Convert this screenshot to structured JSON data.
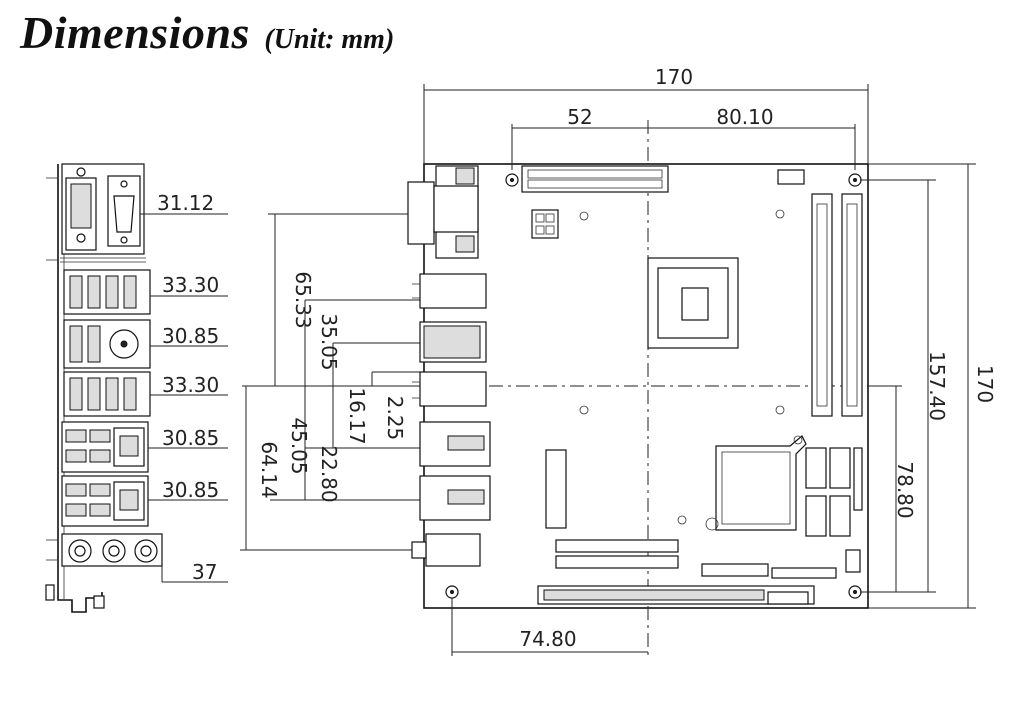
{
  "title": {
    "main": "Dimensions",
    "unit": "(Unit: mm)"
  },
  "side_view_dimensions": [
    {
      "id": "vga_dvi",
      "label": "31.12"
    },
    {
      "id": "usb_top",
      "label": "33.30"
    },
    {
      "id": "usb_ps2",
      "label": "30.85"
    },
    {
      "id": "usb_mid",
      "label": "33.30"
    },
    {
      "id": "lan_1",
      "label": "30.85"
    },
    {
      "id": "lan_2",
      "label": "30.85"
    },
    {
      "id": "audio",
      "label": "37"
    }
  ],
  "vertical_offsets": [
    {
      "id": "v65",
      "label": "65.33"
    },
    {
      "id": "v35",
      "label": "35.05"
    },
    {
      "id": "v16",
      "label": "16.17"
    },
    {
      "id": "v2",
      "label": "2.25"
    },
    {
      "id": "v45",
      "label": "45.05"
    },
    {
      "id": "v22",
      "label": "22.80"
    },
    {
      "id": "v64",
      "label": "64.14"
    }
  ],
  "board_dimensions": {
    "width": "170",
    "top_left_offset": "52",
    "top_right_offset": "80.10",
    "height": "170",
    "hole_span_vertical": "157.40",
    "lower_hole_offset": "78.80",
    "bottom_offset": "74.80"
  }
}
